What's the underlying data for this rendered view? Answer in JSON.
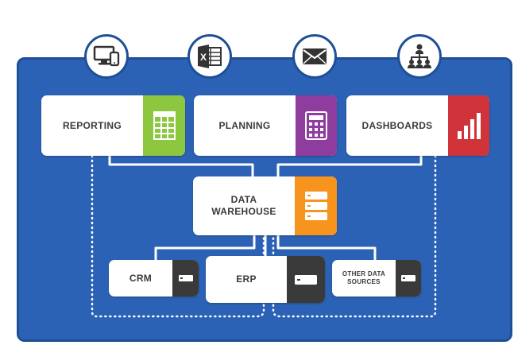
{
  "top_icons": [
    {
      "name": "desktop-mobile-icon"
    },
    {
      "name": "excel-icon",
      "glyph": "X"
    },
    {
      "name": "envelope-icon"
    },
    {
      "name": "org-network-icon"
    }
  ],
  "cards": {
    "reporting": {
      "label": "REPORTING",
      "color": "#8dc63f",
      "icon": "spreadsheet-icon"
    },
    "planning": {
      "label": "PLANNING",
      "color": "#8e3c9e",
      "icon": "calculator-icon"
    },
    "dashboards": {
      "label": "DASHBOARDS",
      "color": "#d0343a",
      "icon": "bar-chart-icon"
    },
    "warehouse": {
      "label": "DATA\nWAREHOUSE",
      "color": "#f7941d",
      "icon": "server-stack-icon"
    },
    "crm": {
      "label": "CRM",
      "color": "#3a3a3a",
      "icon": "server-icon"
    },
    "erp": {
      "label": "ERP",
      "color": "#3a3a3a",
      "icon": "server-icon"
    },
    "other": {
      "label": "OTHER DATA\nSOURCES",
      "color": "#3a3a3a",
      "icon": "server-icon"
    }
  },
  "colors": {
    "panel": "#2c62b5",
    "panel_border": "#1f4f96",
    "connector": "#ffffff"
  }
}
